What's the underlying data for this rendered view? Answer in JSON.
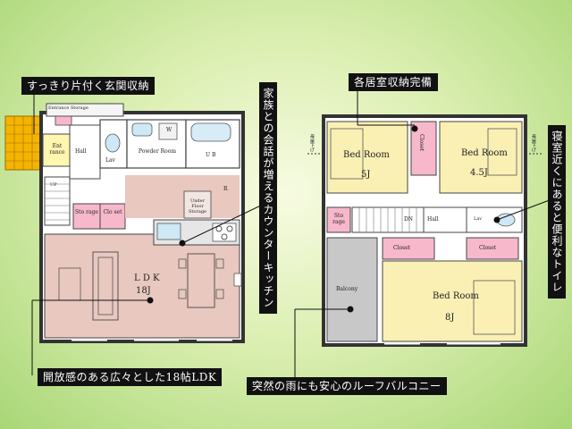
{
  "callouts": {
    "entrance_storage": "すっきり片付く玄関収納",
    "family_counter": "家族との会話が増えるカウンターキッチン",
    "ldk": "開放感のある広々とした18帖LDK",
    "closets": "各居室収納完備",
    "toilet": "寝室近くにあると便利なトイレ",
    "balcony": "突然の雨にも安心のルーフバルコニー"
  },
  "rooms": {
    "entrance": "Ent rance",
    "entrance_storage": "Entrance Storage",
    "hall1": "Hall",
    "lav1": "Lav",
    "powder_room": "Powder Room",
    "ub": "U B",
    "w": "W",
    "storage1": "Sto rage",
    "closet1": "Clo set",
    "under_floor": "Under Floor Storage",
    "r": "R",
    "ldk": "L D K",
    "ldk_size": "18J",
    "up": "UP",
    "bed1": "Bed Room",
    "bed1_size": "5J",
    "bed2": "Bed Room",
    "bed2_size": "4.5J",
    "bed3": "Bed Room",
    "bed3_size": "8J",
    "closet_v": "Closet",
    "closet_l": "Closet",
    "closet_r": "Closet",
    "storage2": "Sto rage",
    "dn": "DN",
    "hall2": "Hall",
    "lav2": "Lav",
    "balcony": "Balcony",
    "roof_left": "母屋下げ",
    "roof_right": "母屋下げ"
  }
}
